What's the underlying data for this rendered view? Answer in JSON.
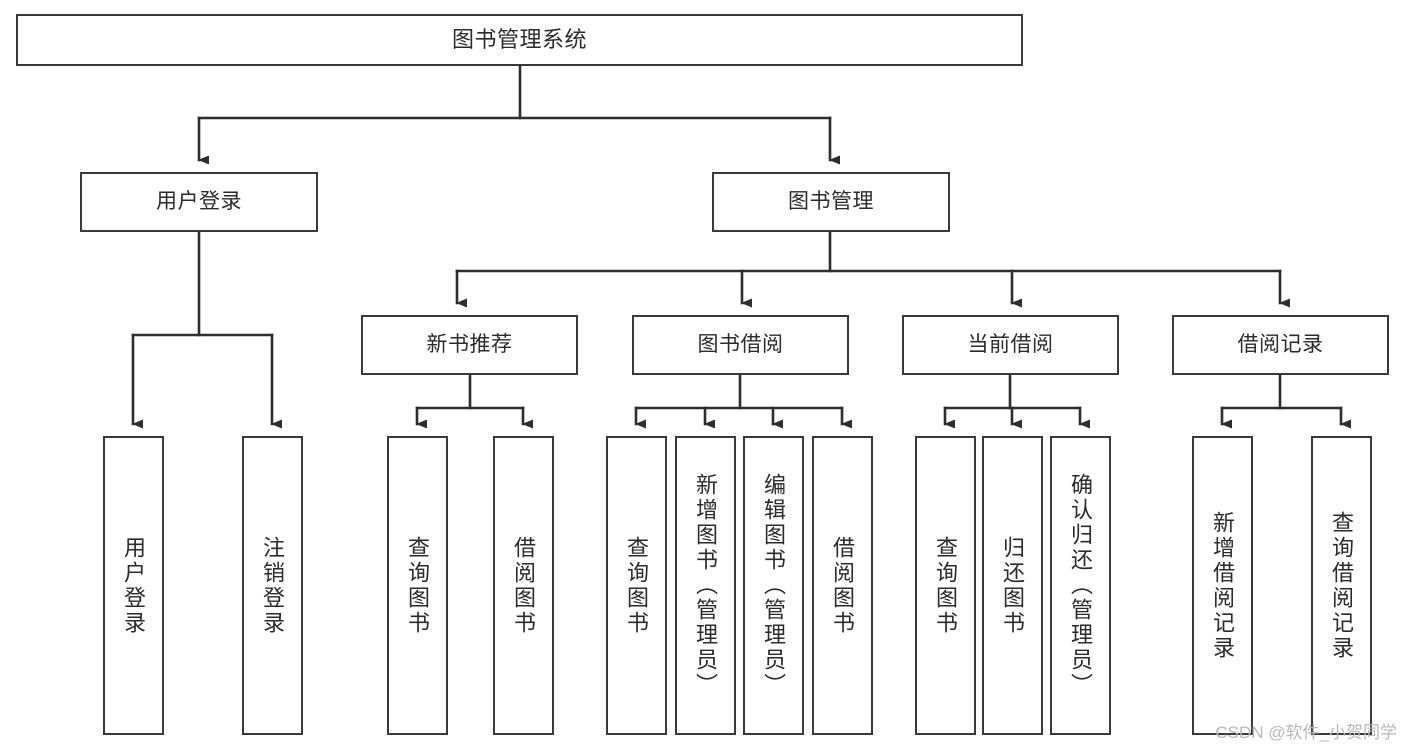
{
  "diagram": {
    "title": "图书管理系统",
    "type": "tree-hierarchy",
    "root": {
      "id": "root",
      "label": "图书管理系统"
    },
    "level2": [
      {
        "id": "user-login",
        "label": "用户登录"
      },
      {
        "id": "book-manage",
        "label": "图书管理"
      }
    ],
    "level3": [
      {
        "id": "new-book-rec",
        "label": "新书推荐",
        "parent": "book-manage"
      },
      {
        "id": "book-borrow",
        "label": "图书借阅",
        "parent": "book-manage"
      },
      {
        "id": "current-borrow",
        "label": "当前借阅",
        "parent": "book-manage"
      },
      {
        "id": "borrow-record",
        "label": "借阅记录",
        "parent": "book-manage"
      }
    ],
    "leaves": [
      {
        "id": "leaf-user-login",
        "label": "用户登录",
        "parent": "user-login"
      },
      {
        "id": "leaf-logout",
        "label": "注销登录",
        "parent": "user-login"
      },
      {
        "id": "leaf-query-book-1",
        "label": "查询图书",
        "parent": "new-book-rec"
      },
      {
        "id": "leaf-borrow-book-1",
        "label": "借阅图书",
        "parent": "new-book-rec"
      },
      {
        "id": "leaf-query-book-2",
        "label": "查询图书",
        "parent": "book-borrow"
      },
      {
        "id": "leaf-add-book",
        "label": "新增图书（管理员）",
        "parent": "book-borrow"
      },
      {
        "id": "leaf-edit-book",
        "label": "编辑图书（管理员）",
        "parent": "book-borrow"
      },
      {
        "id": "leaf-borrow-book-2",
        "label": "借阅图书",
        "parent": "book-borrow"
      },
      {
        "id": "leaf-query-book-3",
        "label": "查询图书",
        "parent": "current-borrow"
      },
      {
        "id": "leaf-return-book",
        "label": "归还图书",
        "parent": "current-borrow"
      },
      {
        "id": "leaf-confirm-return",
        "label": "确认归还（管理员）",
        "parent": "current-borrow"
      },
      {
        "id": "leaf-add-record",
        "label": "新增借阅记录",
        "parent": "borrow-record"
      },
      {
        "id": "leaf-query-record",
        "label": "查询借阅记录",
        "parent": "borrow-record"
      }
    ],
    "watermark": "CSDN @软件_小贺同学",
    "colors": {
      "stroke": "#3a3a3a",
      "fill": "#ffffff",
      "text": "#2b2b2b",
      "watermark": "#b8b8b8"
    }
  }
}
